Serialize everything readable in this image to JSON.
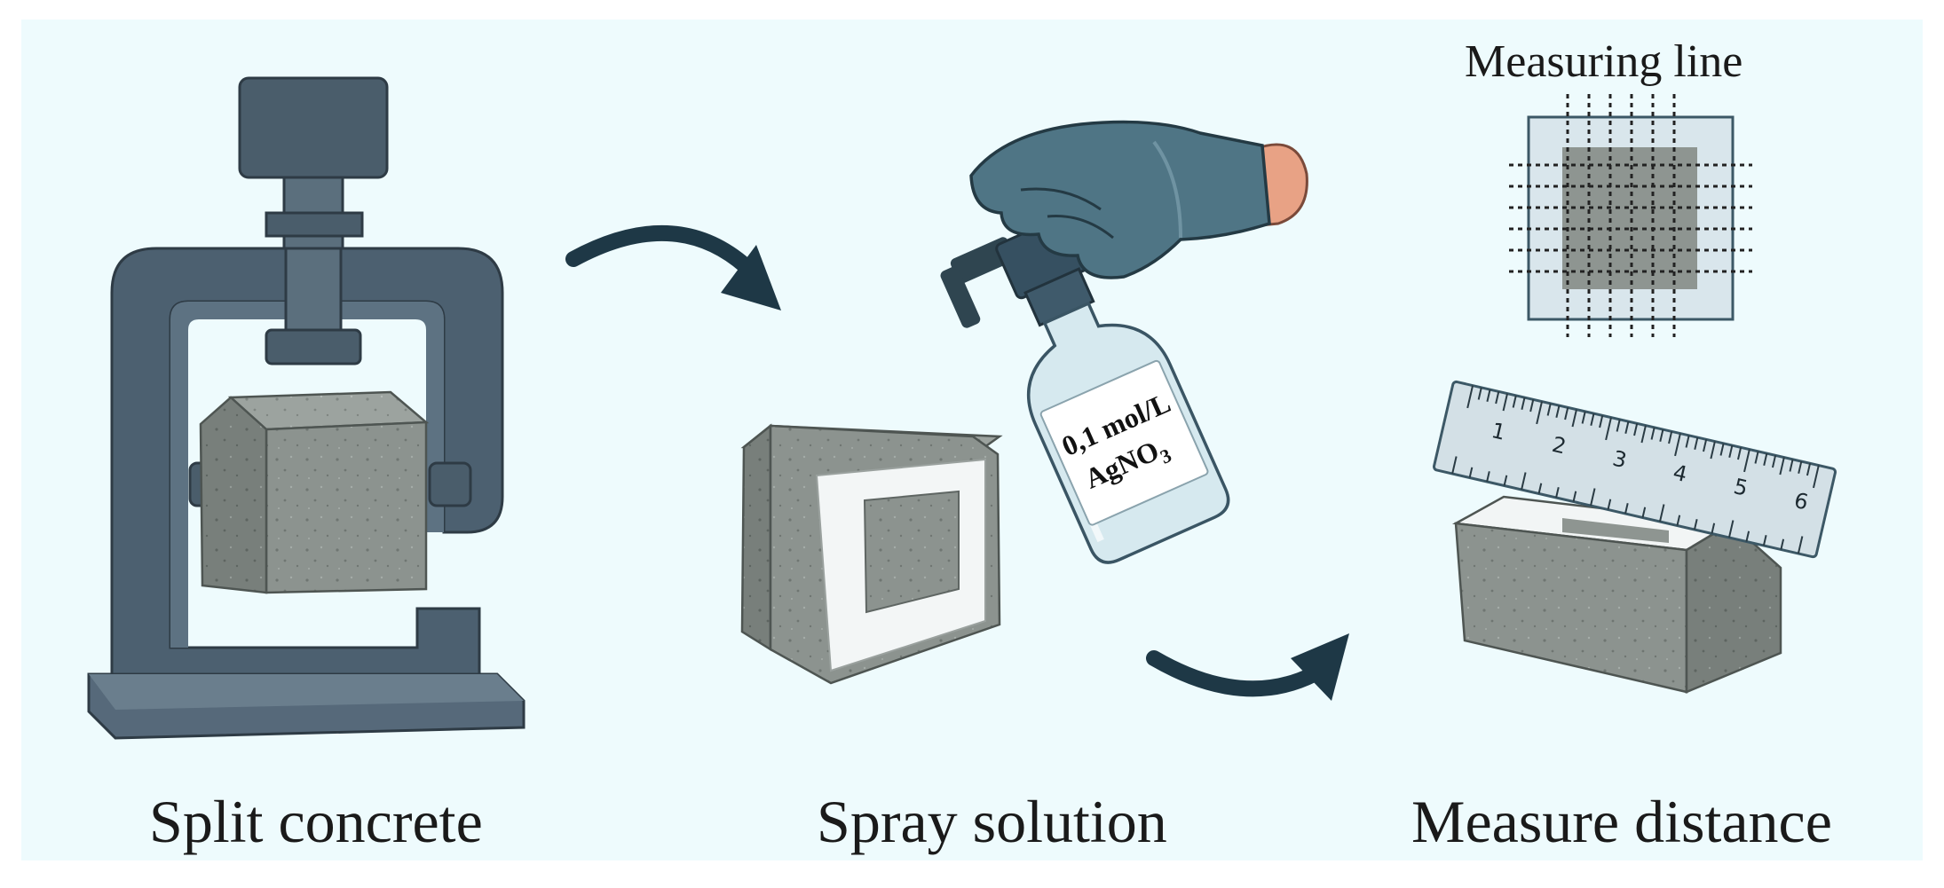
{
  "labels": {
    "split_concrete": "Split concrete",
    "spray_solution": "Spray solution",
    "measure_distance": "Measure distance",
    "measuring_line": "Measuring line",
    "bottle_line1": "0,1 mol/L",
    "bottle_line2_base": "AgNO",
    "bottle_line2_sub": "3"
  },
  "ruler_ticks": [
    "1",
    "2",
    "3",
    "4",
    "5",
    "6"
  ],
  "colors": {
    "background": "#eefbfd",
    "press_metal": "#4a5d6b",
    "concrete": "#8d9490",
    "glove": "#4f7585",
    "arrow": "#1e3846"
  }
}
